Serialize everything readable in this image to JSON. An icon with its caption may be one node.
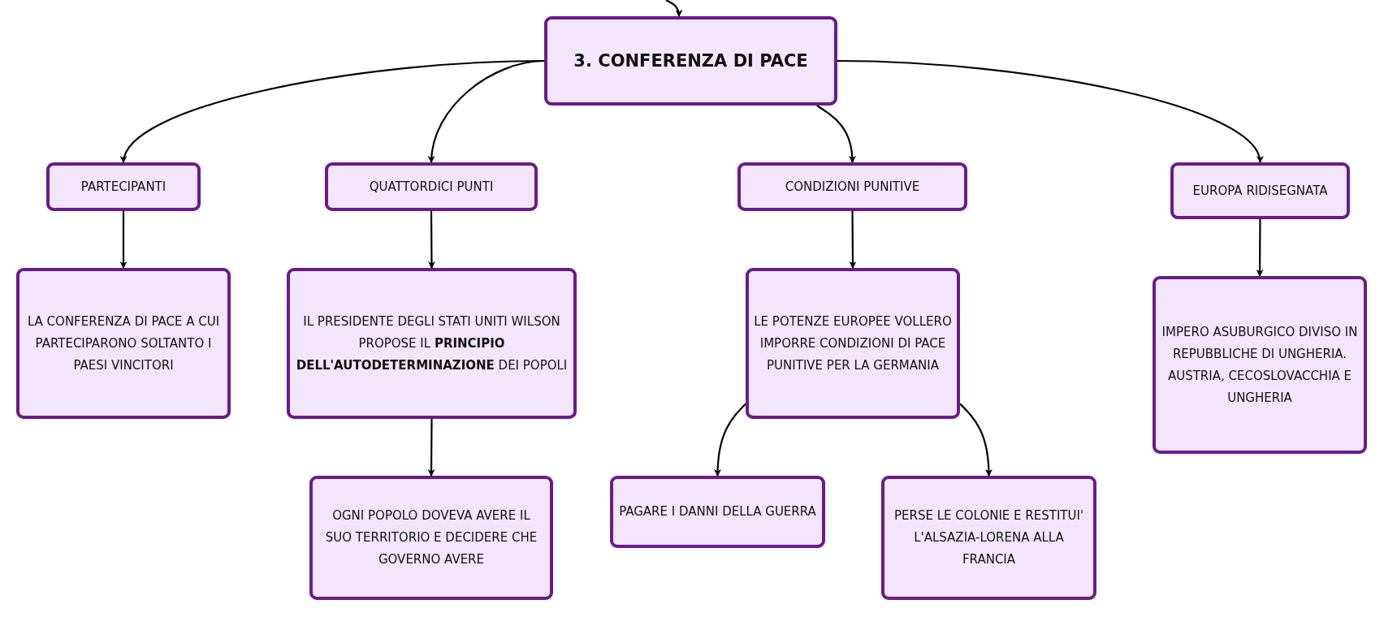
{
  "diagram": {
    "nodes": [
      {
        "text": [
          "3. CONFERENZA DI PACE"
        ]
      },
      {
        "text": [
          "PARTECIPANTI"
        ]
      },
      {
        "text": [
          "QUATTORDICI PUNTI"
        ]
      },
      {
        "text": [
          "CONDIZIONI PUNITIVE"
        ]
      },
      {
        "text": [
          "EUROPA RIDISEGNATA"
        ]
      },
      {
        "text": [
          "LA CONFERENZA DI PACE A CUI PARTECIPARONO SOLTANTO I PAESI VINCITORI"
        ]
      },
      {
        "text": [
          "IL PRESIDENTE DEGLI STATI UNITI WILSON PROPOSE IL **PRINCIPIO DELL'AUTODETERMINAZIONE** DEI POPOLI"
        ]
      },
      {
        "text": [
          "LE POTENZE EUROPEE VOLLERO IMPORRE CONDIZIONI DI PACE PUNITIVE PER LA GERMANIA"
        ]
      },
      {
        "text": [
          "IMPERO ASUBURGICO DIVISO IN REPUBBLICHE DI UNGHERIA. AUSTRIA, CECOSLOVACCHIA E UNGHERIA"
        ]
      },
      {
        "text": [
          "OGNI POPOLO DOVEVA AVERE IL SUO TERRITORIO E DECIDERE CHE GOVERNO AVERE"
        ]
      },
      {
        "text": [
          "PAGARE I DANNI DELLA GUERRA"
        ]
      },
      {
        "text": [
          "PERSE LE COLONIE E RESTITUI' L'ALSAZIA-LORENA ALLA FRANCIA"
        ]
      }
    ],
    "edges": [
      {
        "from": null,
        "to": 0,
        "arrow": "to"
      },
      {
        "from": 0,
        "to": 1,
        "arrow": "to"
      },
      {
        "from": 0,
        "to": 2,
        "arrow": "to"
      },
      {
        "from": 0,
        "to": 3,
        "arrow": "to"
      },
      {
        "from": 0,
        "to": 4,
        "arrow": "to"
      },
      {
        "from": 1,
        "to": 5,
        "arrow": "to"
      },
      {
        "from": 2,
        "to": 6,
        "arrow": "to"
      },
      {
        "from": 3,
        "to": 7,
        "arrow": "to"
      },
      {
        "from": 4,
        "to": 8,
        "arrow": "to"
      },
      {
        "from": 6,
        "to": 9,
        "arrow": "to"
      },
      {
        "from": 7,
        "to": 10,
        "arrow": "to"
      },
      {
        "from": 7,
        "to": 11,
        "arrow": "to"
      }
    ]
  }
}
